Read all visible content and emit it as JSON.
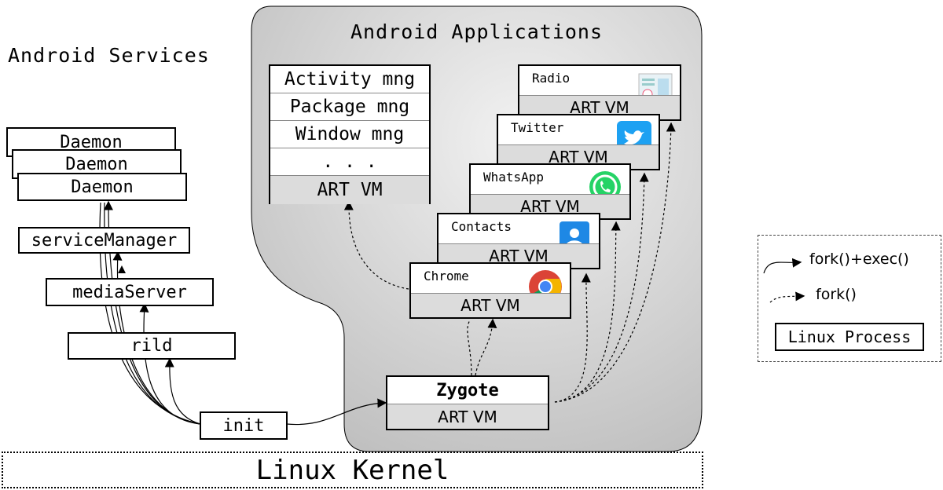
{
  "titles": {
    "services": "Android Services",
    "applications": "Android Applications"
  },
  "services": {
    "daemons": [
      "Daemon",
      "Daemon",
      "Daemon"
    ],
    "service_manager": "serviceManager",
    "media_server": "mediaServer",
    "rild": "rild",
    "init": "init"
  },
  "system_server": {
    "rows": [
      "Activity mng",
      "Package mng",
      "Window mng",
      ". . ."
    ],
    "vm": "ART VM"
  },
  "apps": [
    {
      "name": "Radio",
      "vm": "ART VM",
      "icon": "radio-icon"
    },
    {
      "name": "Twitter",
      "vm": "ART VM",
      "icon": "twitter-icon"
    },
    {
      "name": "WhatsApp",
      "vm": "ART VM",
      "icon": "whatsapp-icon"
    },
    {
      "name": "Contacts",
      "vm": "ART VM",
      "icon": "contacts-icon"
    },
    {
      "name": "Chrome",
      "vm": "ART VM",
      "icon": "chrome-icon"
    }
  ],
  "zygote": {
    "name": "Zygote",
    "vm": "ART VM"
  },
  "kernel": "Linux Kernel",
  "legend": {
    "fork_exec": "fork()+exec()",
    "fork": "fork()",
    "process": "Linux Process"
  },
  "colors": {
    "blob": "#c8c8c8",
    "vm_fill": "#dcdcdc",
    "twitter": "#1da1f2",
    "whatsapp": "#25d366",
    "contacts": "#1e88e5"
  }
}
